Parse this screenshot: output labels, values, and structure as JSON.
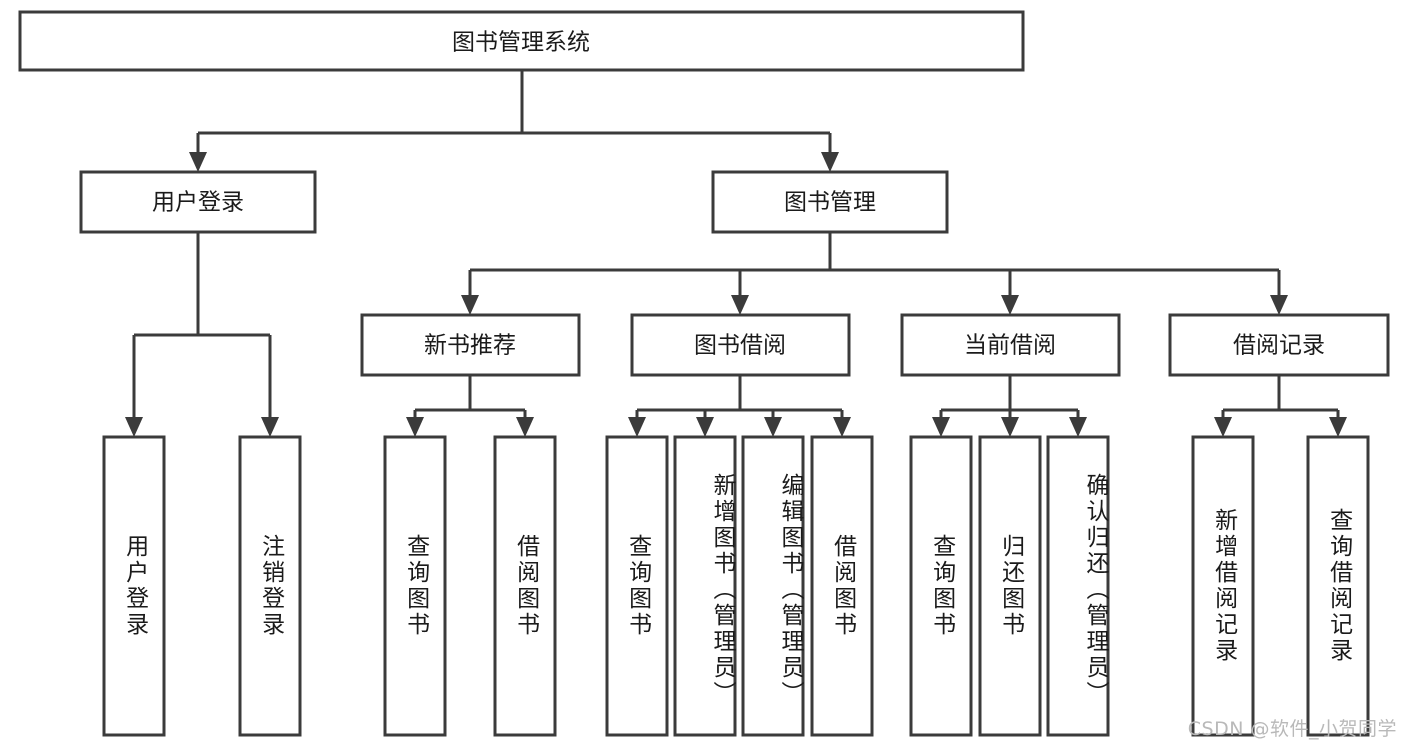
{
  "diagram": {
    "title": "图书管理系统",
    "type": "tree",
    "watermark": "CSDN @软件_小贺同学",
    "colors": {
      "stroke": "#3b3b3b",
      "fill": "#ffffff",
      "text": "#1b1b1b",
      "watermark": "#b9b9b9",
      "background": "#ffffff"
    },
    "root": {
      "label": "图书管理系统"
    },
    "level2": [
      {
        "label": "用户登录"
      },
      {
        "label": "图书管理"
      }
    ],
    "level3": [
      {
        "label": "新书推荐"
      },
      {
        "label": "图书借阅"
      },
      {
        "label": "当前借阅"
      },
      {
        "label": "借阅记录"
      }
    ],
    "leaves": {
      "user_login": [
        {
          "label": "用户登录"
        },
        {
          "label": "注销登录"
        }
      ],
      "new_book": [
        {
          "label": "查询图书"
        },
        {
          "label": "借阅图书"
        }
      ],
      "book_borrow": [
        {
          "label": "查询图书"
        },
        {
          "label": "新增图书（管理员）"
        },
        {
          "label": "编辑图书（管理员）"
        },
        {
          "label": "借阅图书"
        }
      ],
      "current_borrow": [
        {
          "label": "查询图书"
        },
        {
          "label": "归还图书"
        },
        {
          "label": "确认归还（管理员）"
        }
      ],
      "borrow_record": [
        {
          "label": "新增借阅记录"
        },
        {
          "label": "查询借阅记录"
        }
      ]
    }
  }
}
